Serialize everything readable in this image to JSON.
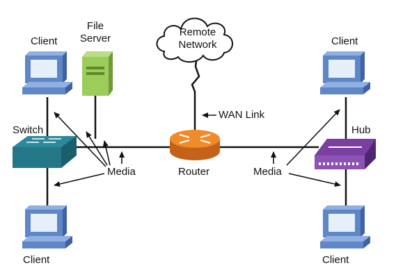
{
  "labels": {
    "client_top_left": "Client",
    "file_server_line1": "File",
    "file_server_line2": "Server",
    "remote_line1": "Remote",
    "remote_line2": "Network",
    "client_top_right": "Client",
    "wan_link": "WAN Link",
    "switch": "Switch",
    "hub": "Hub",
    "media_left": "Media",
    "router": "Router",
    "media_right": "Media",
    "client_bottom_left": "Client",
    "client_bottom_right": "Client"
  },
  "colors": {
    "client": "#5f86c6",
    "client_dark": "#3f62a3",
    "screen": "#e6f0fb",
    "server": "#9ccc5a",
    "server_dark": "#6f9a35",
    "switch": "#2a8a9a",
    "switch_dark": "#1a5f6b",
    "router": "#f08a2a",
    "router_dark": "#c4621a",
    "hub": "#7a3fa0",
    "hub_dark": "#4f2670",
    "line": "#111111"
  },
  "icons": [
    "client-pc-icon",
    "file-server-icon",
    "cloud-icon",
    "switch-icon",
    "router-icon",
    "hub-icon"
  ]
}
